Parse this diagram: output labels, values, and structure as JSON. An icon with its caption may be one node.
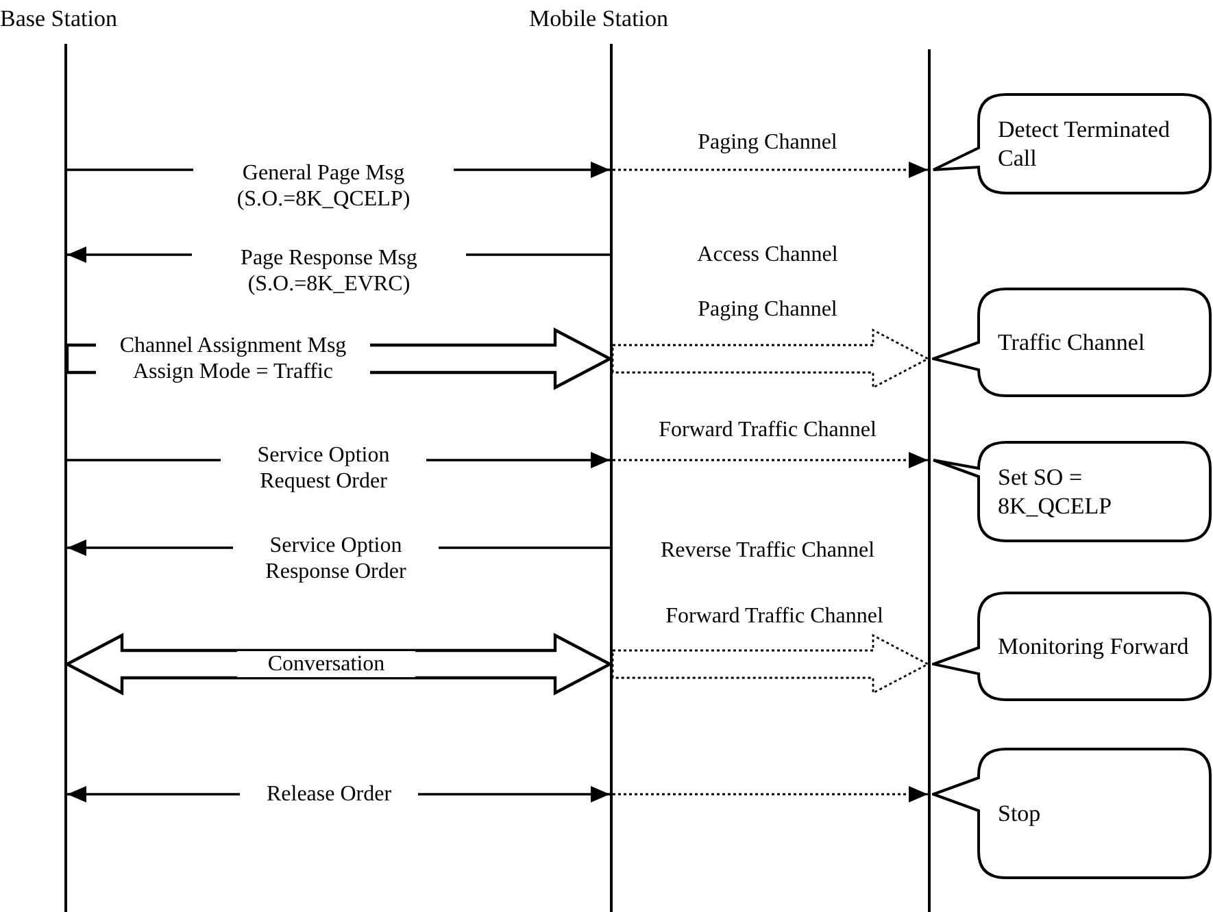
{
  "diagram": {
    "nodes": [
      {
        "text": [
          "Base Station"
        ]
      },
      {
        "text": [
          "Mobile Station"
        ]
      },
      {
        "text": [],
        "shape": "bar"
      },
      {
        "text": [
          "Detect Terminated Call"
        ]
      },
      {
        "text": [
          "Traffic Channel"
        ]
      },
      {
        "text": [
          "Set SO = 8K_QCELP"
        ]
      },
      {
        "text": [
          "Monitoring Forward"
        ]
      },
      {
        "text": [
          "Stop"
        ]
      }
    ],
    "edges": [
      {
        "from": 0,
        "to": 1,
        "arrow": "to",
        "label": "General Page Msg (S.O.=8K_QCELP)"
      },
      {
        "from": 1,
        "to": 2,
        "arrow": "to",
        "label": "Paging Channel",
        "style": "dashed"
      },
      {
        "from": 1,
        "to": 0,
        "arrow": "to",
        "label": "Page Response Msg (S.O.=8K_EVRC)"
      },
      {
        "from": 0,
        "to": 1,
        "arrow": "to",
        "label": "Channel Assignment Msg Assign Mode = Traffic",
        "style": "thick"
      },
      {
        "from": 1,
        "to": 2,
        "arrow": "to",
        "label": "Paging Channel",
        "style": "dashed"
      },
      {
        "from": 0,
        "to": 1,
        "arrow": "to",
        "label": "Service Option Request Order"
      },
      {
        "from": 1,
        "to": 2,
        "arrow": "to",
        "label": "Forward Traffic Channel",
        "style": "dashed"
      },
      {
        "from": 1,
        "to": 0,
        "arrow": "to",
        "label": "Service Option Response Order"
      },
      {
        "from": 0,
        "to": 1,
        "arrow": "both",
        "label": "Conversation",
        "style": "thick"
      },
      {
        "from": 1,
        "to": 2,
        "arrow": "to",
        "label": "Forward Traffic Channel",
        "style": "dashed"
      },
      {
        "from": 0,
        "to": 1,
        "arrow": "both",
        "label": "Release Order"
      },
      {
        "from": 1,
        "to": 2,
        "arrow": "to",
        "style": "dashed"
      }
    ],
    "labels": [
      "Access Channel",
      "Reverse Traffic Channel"
    ]
  }
}
